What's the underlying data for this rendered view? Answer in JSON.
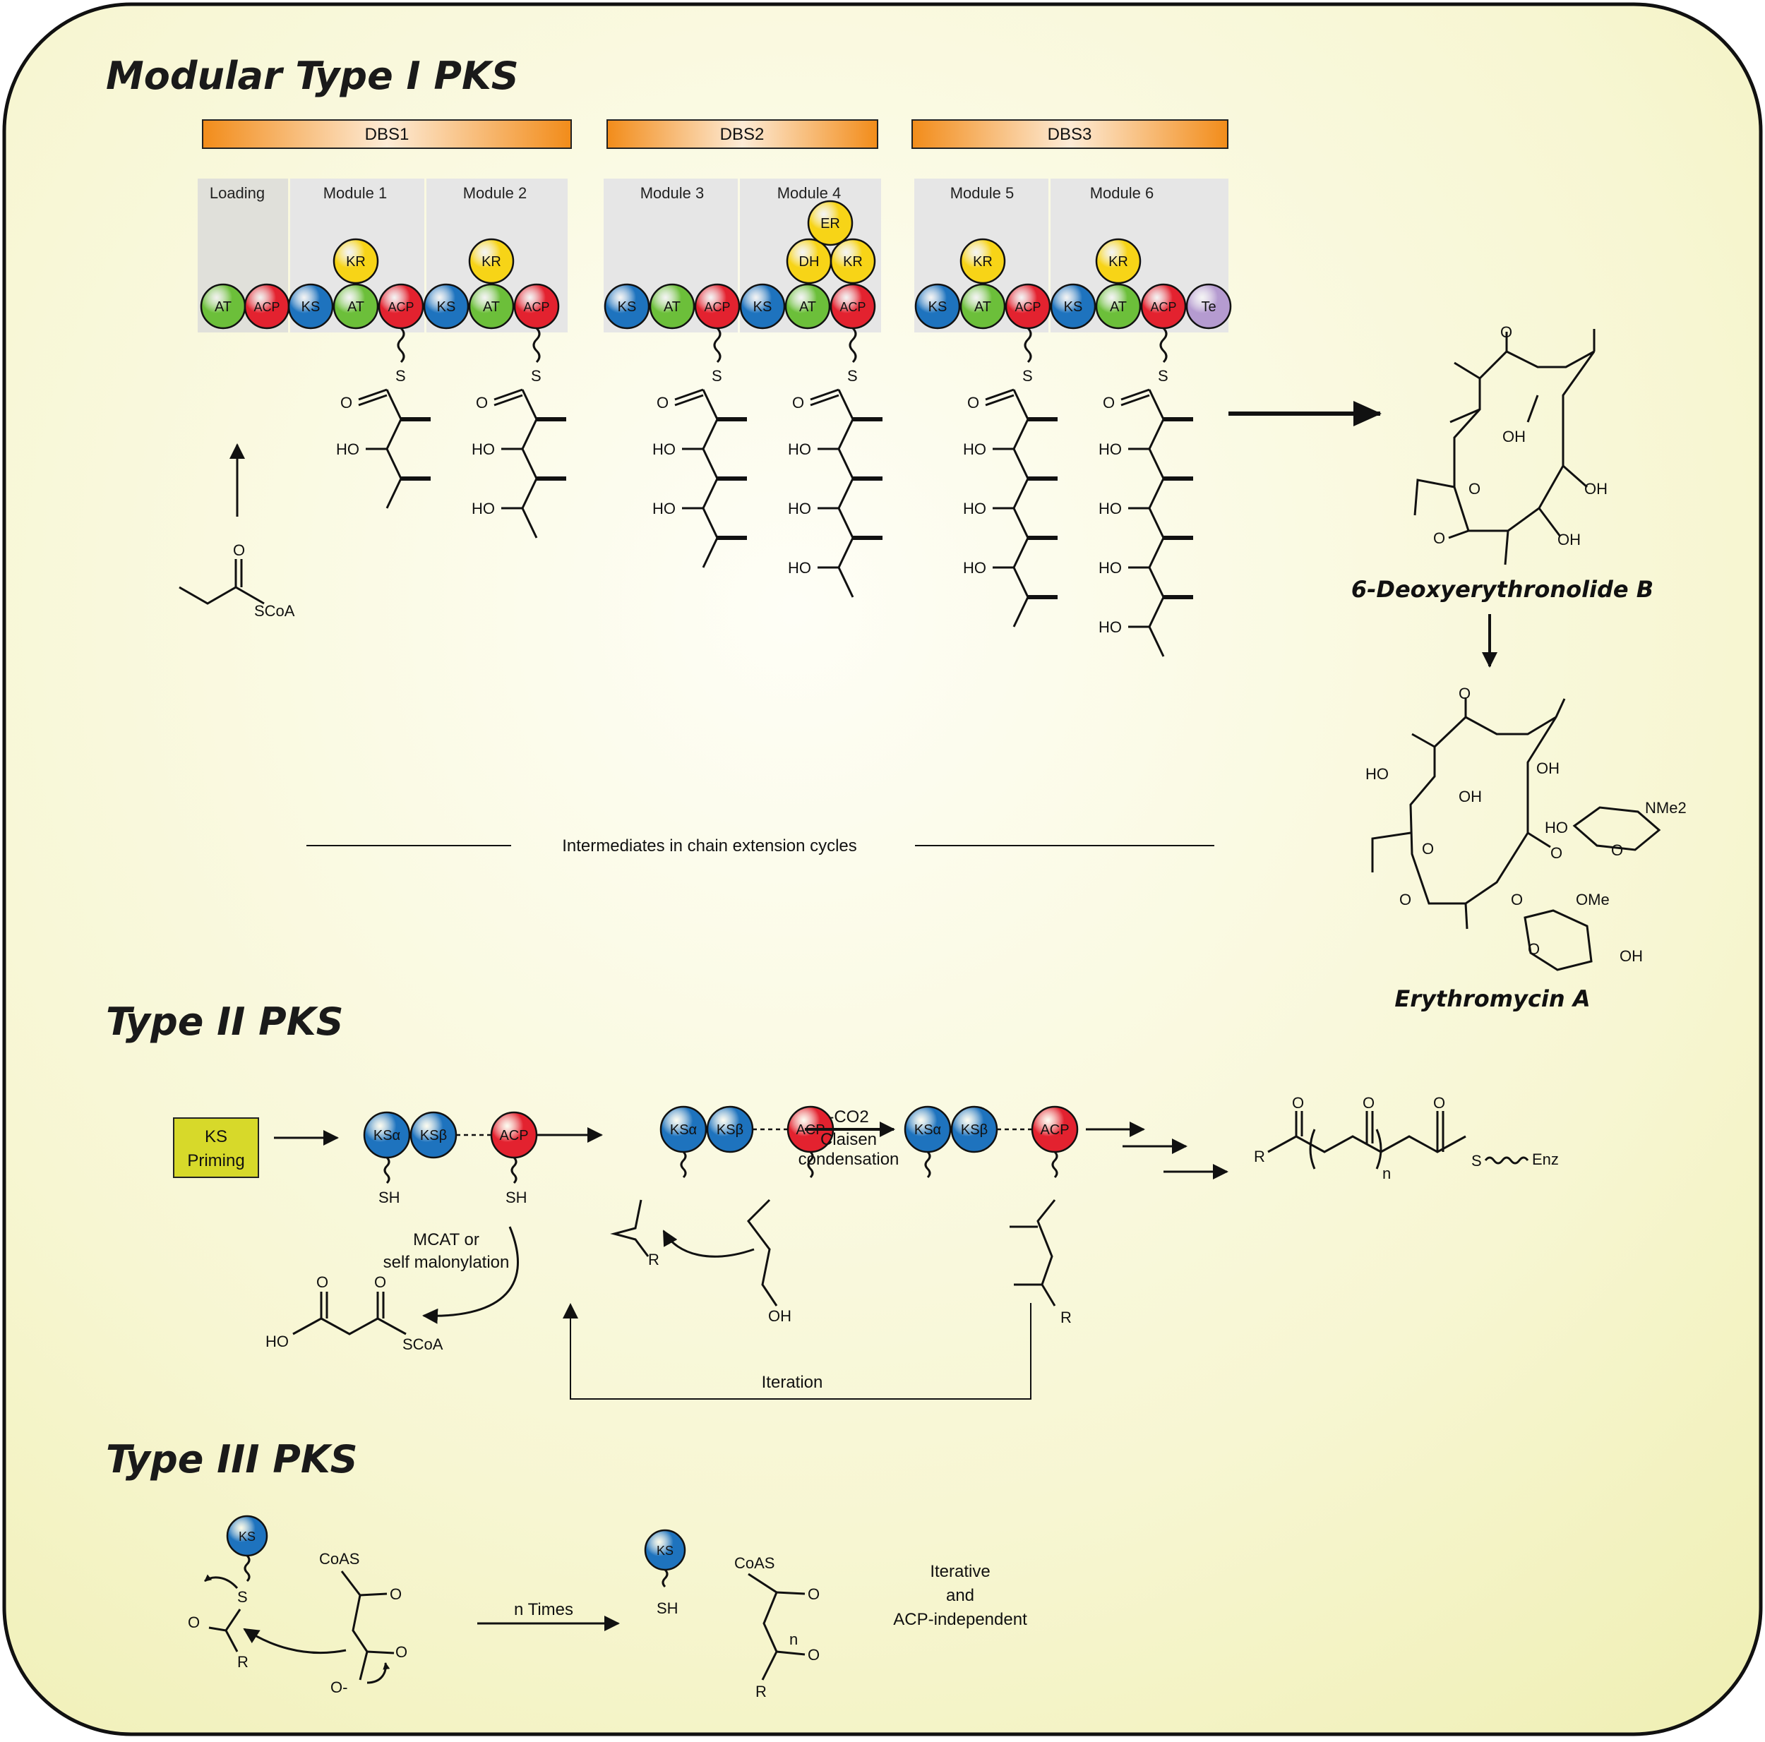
{
  "type1": {
    "title": "Modular Type I PKS",
    "dbs": [
      "DBS1",
      "DBS2",
      "DBS3"
    ],
    "modules": [
      "Loading",
      "Module 1",
      "Module 2",
      "Module 3",
      "Module 4",
      "Module 5",
      "Module 6"
    ],
    "domain_labels": {
      "AT": "AT",
      "ACP": "ACP",
      "KS": "KS",
      "KR": "KR",
      "DH": "DH",
      "ER": "ER",
      "TE": "Te"
    },
    "starter": {
      "o": "O",
      "scoa": "SCoA"
    },
    "chem": {
      "o": "O",
      "s": "S",
      "oh": "OH",
      "ho": "HO"
    },
    "intermediates_caption": "Intermediates in chain extension cycles",
    "product1": "6-Deoxyerythronolide B",
    "product2": "Erythromycin A",
    "erythro_labels": {
      "nme2": "NMe2",
      "ome": "OMe"
    },
    "colors": {
      "KS": "#1e73be",
      "AT": "#6cbf3a",
      "ACP": "#e3222f",
      "KR": "#f7d417",
      "DH": "#f7d417",
      "ER": "#f7d417",
      "TE": "#b59bd0",
      "bar": "#f28c1a",
      "modbox": "#e4e4e4"
    }
  },
  "type2": {
    "title": "Type II PKS",
    "priming": [
      "KS",
      "Priming"
    ],
    "ks_alpha": "KSα",
    "ks_beta": "KSβ",
    "acp": "ACP",
    "sh": "SH",
    "mcat": [
      "MCAT or",
      "self malonylation"
    ],
    "malonyl": {
      "ho": "HO",
      "o": "O",
      "scoa": "SCoA"
    },
    "decarb": [
      "-CO2",
      "Claisen",
      "condensation"
    ],
    "r": "R",
    "oh": "OH",
    "iteration": "Iteration",
    "product": {
      "r": "R",
      "n": "n",
      "s": "S",
      "enz": "Enz",
      "o": "O"
    }
  },
  "type3": {
    "title": "Type III PKS",
    "ks": "KS",
    "coas": "CoAS",
    "o_minus": "O-",
    "n_times": "n Times",
    "note": [
      "Iterative",
      "and",
      "ACP-independent"
    ]
  }
}
